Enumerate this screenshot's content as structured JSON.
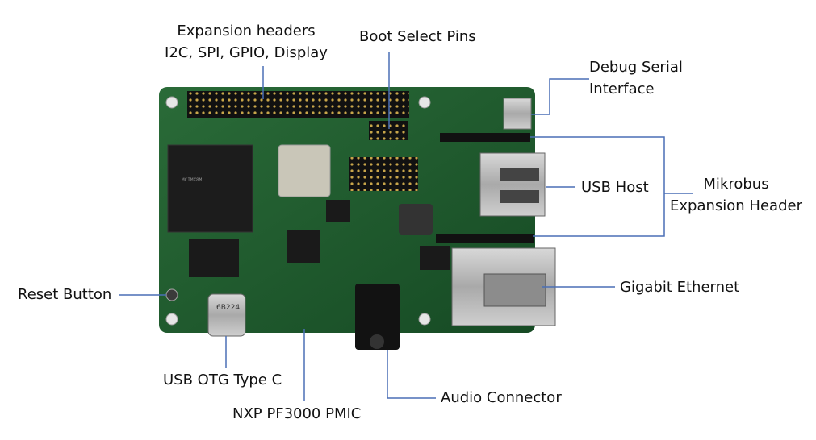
{
  "labels": {
    "expansion_line1": "Expansion headers",
    "expansion_line2": "I2C, SPI, GPIO, Display",
    "boot_select": "Boot Select Pins",
    "debug_line1": "Debug Serial",
    "debug_line2": "Interface",
    "usb_host": "USB Host",
    "mikrobus_line1": "Mikrobus",
    "mikrobus_line2": "Expansion Header",
    "reset_button": "Reset Button",
    "gigabit_ethernet": "Gigabit Ethernet",
    "usb_otg": "USB OTG Type C",
    "audio_connector": "Audio Connector",
    "nxp_pmic": "NXP PF3000 PMIC"
  },
  "chip_text": {
    "usbc_marking": "6B224"
  },
  "colors": {
    "board_green": "#1d5a2e",
    "leader_line": "#4a6fb5",
    "text": "#111111"
  }
}
